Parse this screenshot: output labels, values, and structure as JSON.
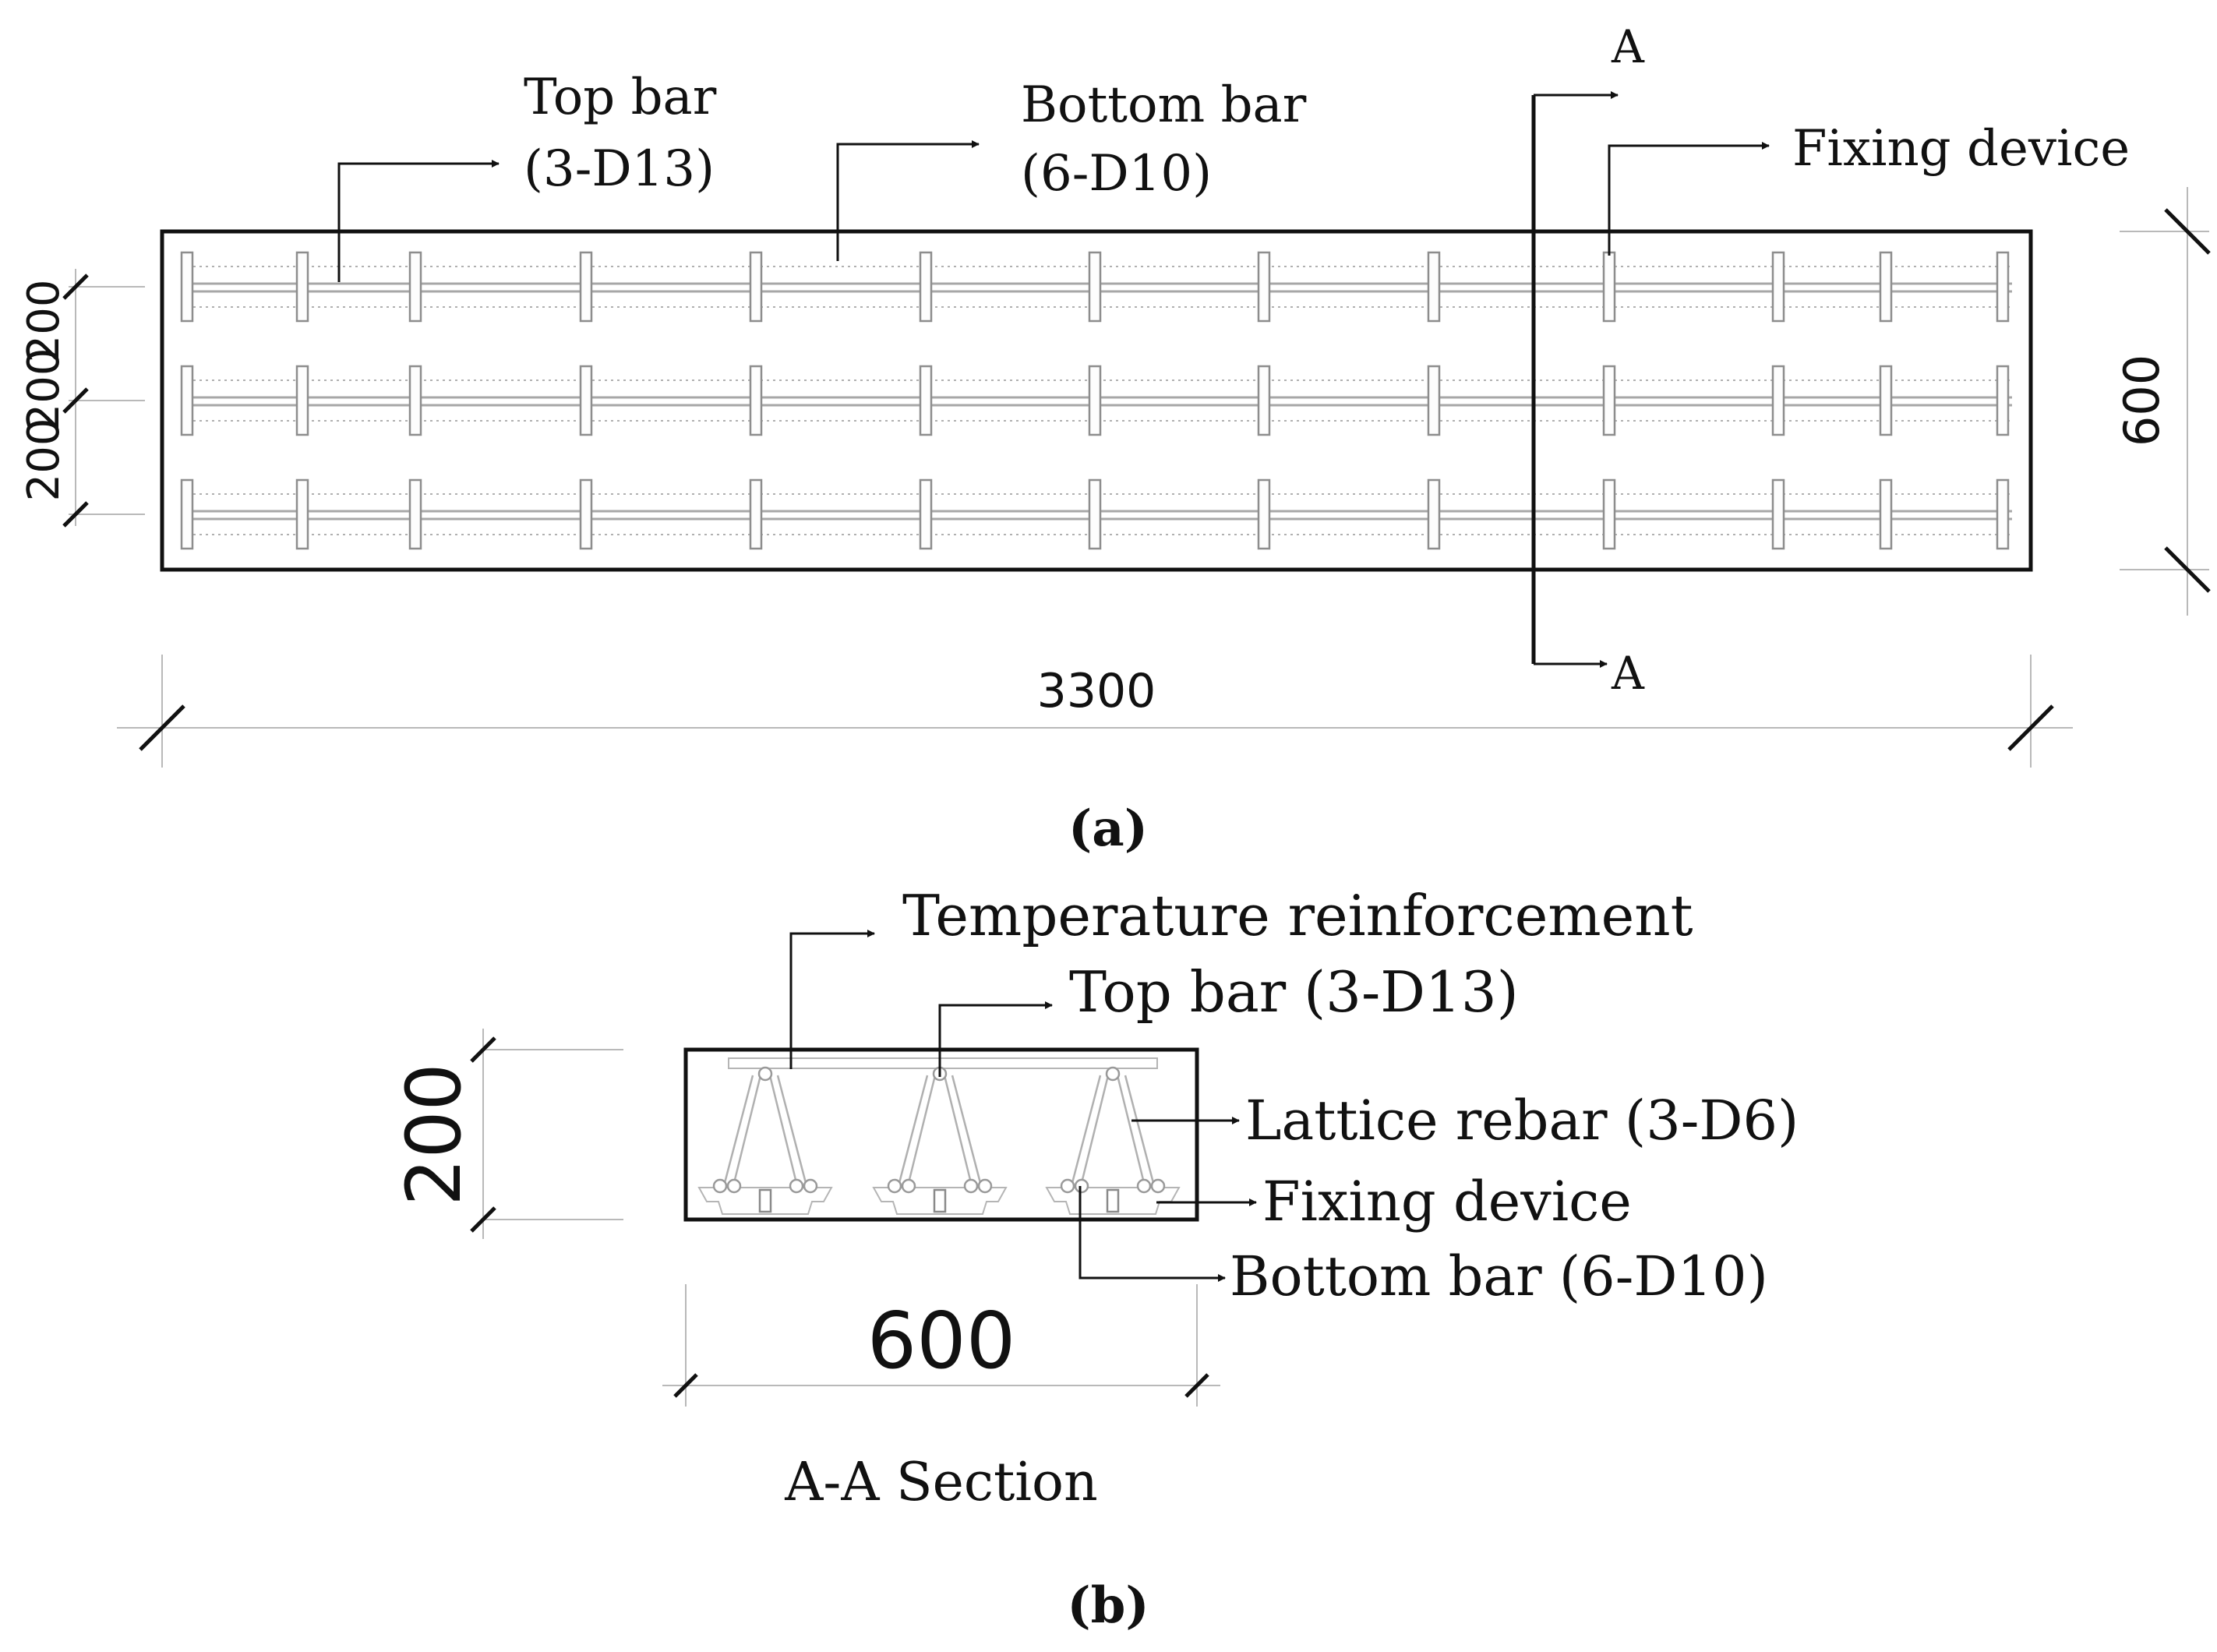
{
  "panel_a": {
    "caption": "(a)",
    "labels": {
      "top_bar": [
        "Top bar",
        "(3-D13)"
      ],
      "bottom_bar": [
        "Bottom bar",
        "(6-D10)"
      ],
      "fixing_device": "Fixing device",
      "section_mark_top": "A",
      "section_mark_bottom": "A"
    },
    "dimensions": {
      "length": "3300",
      "height": "600",
      "spacing": [
        "200",
        "200",
        "200"
      ]
    }
  },
  "panel_b": {
    "caption": "(b)",
    "title": "A-A Section",
    "labels": {
      "temperature_reinforcement": "Temperature reinforcement",
      "top_bar": "Top bar (3-D13)",
      "lattice_rebar": "Lattice rebar (3-D6)",
      "fixing_device": "Fixing device",
      "bottom_bar": "Bottom bar (6-D10)"
    },
    "dimensions": {
      "height": "200",
      "width": "600"
    }
  }
}
